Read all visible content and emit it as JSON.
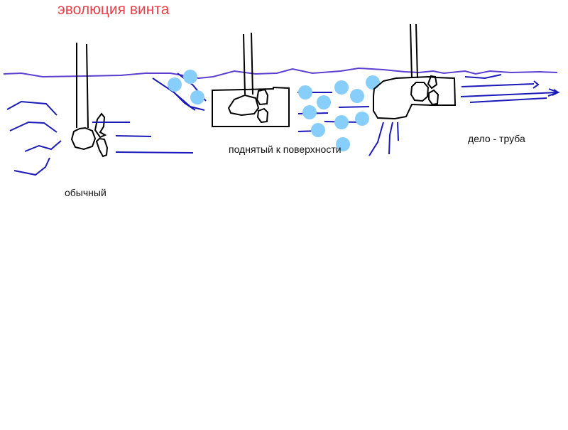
{
  "title": "эволюция винта",
  "captions": {
    "ordinary": "обычный",
    "raised": "поднятый к поверхности",
    "tube": "дело - труба"
  },
  "colors": {
    "title": "#e8414a",
    "water_line": "#5b3fd0",
    "flow": "#1a1ab8",
    "bubble": "#87cefa",
    "outline": "#000000",
    "caption": "#111111"
  }
}
